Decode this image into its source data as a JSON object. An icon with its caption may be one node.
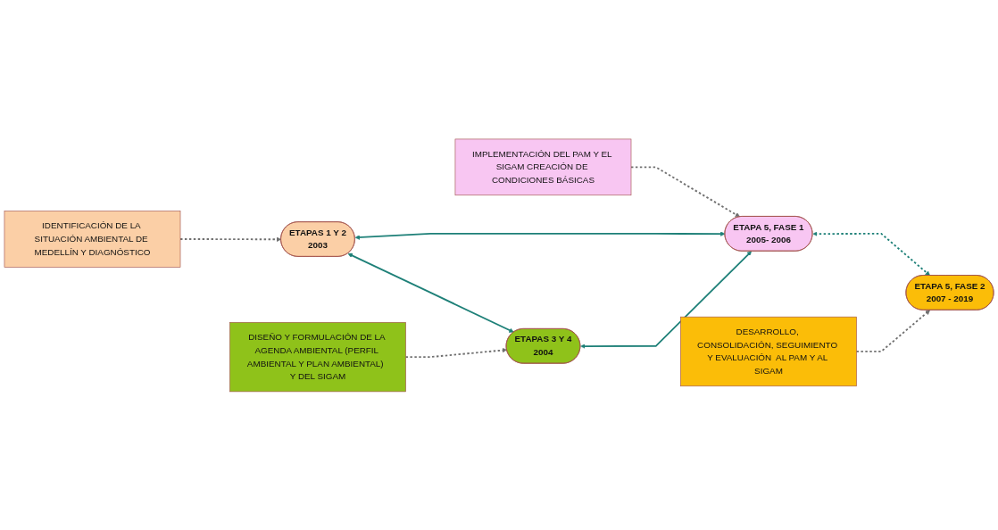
{
  "diagram": {
    "nodes": [
      {
        "text": [
          "IDENTIFICACIÓN DE LA SITUACIÓN AMBIENTAL DE MEDELLÍN Y DIAGNÓSTICO"
        ]
      },
      {
        "text": [
          "IMPLEMENTACIÓN DEL PAM Y EL SIGAM CREACIÓN DE CONDICIONES BÁSICAS"
        ]
      },
      {
        "text": [
          "ETAPAS  1 Y 2",
          "2003"
        ]
      },
      {
        "text": [
          "ETAPA 5, FASE 1",
          "2005- 2006"
        ]
      },
      {
        "text": [
          "ETAPA 5, FASE 2",
          "2007 - 2019"
        ]
      },
      {
        "text": [
          "ETAPAS 3 Y 4",
          "2004"
        ]
      },
      {
        "text": [
          "DESARROLLO, CONSOLIDACIÓN, SEGUIMIENTO Y EVALUACIÓN  AL PAM Y AL SIGAM"
        ]
      },
      {
        "text": [
          "DISEÑO Y FORMULACIÓN DE LA AGENDA AMBIENTAL (PERFIL AMBIENTAL Y PLAN AMBIENTAL)  Y DEL SIGAM"
        ]
      }
    ],
    "edges": [
      {
        "from": 0,
        "to": 2,
        "arrow": "to",
        "style": "dashed",
        "color": "#707070"
      },
      {
        "from": 1,
        "to": 3,
        "arrow": "to",
        "style": "dashed",
        "color": "#707070"
      },
      {
        "from": 2,
        "to": 3,
        "arrow": "both",
        "color": "#1e8078"
      },
      {
        "from": 2,
        "to": 5,
        "arrow": "both",
        "color": "#1e8078"
      },
      {
        "from": 5,
        "to": 3,
        "arrow": "both",
        "color": "#1e8078"
      },
      {
        "from": 3,
        "to": 4,
        "arrow": "both",
        "style": "dashed",
        "color": "#1e8078"
      },
      {
        "from": 7,
        "to": 5,
        "arrow": "to",
        "style": "dashed",
        "color": "#707070"
      },
      {
        "from": 6,
        "to": 4,
        "arrow": "to",
        "style": "dashed",
        "color": "#707070"
      }
    ]
  }
}
